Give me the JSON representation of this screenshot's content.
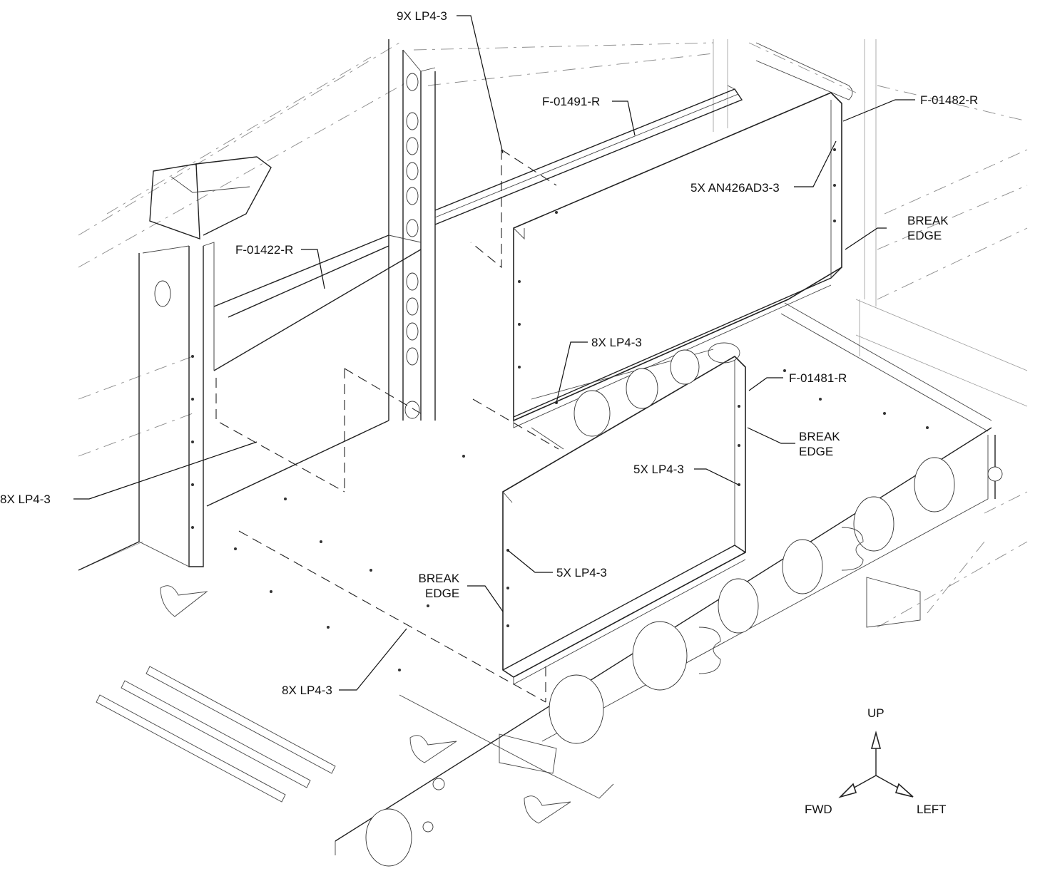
{
  "callouts": {
    "lp4_9x": "9X LP4-3",
    "f01491": "F-01491-R",
    "f01482": "F-01482-R",
    "an426": "5X AN426AD3-3",
    "break_edge_top_1": "BREAK",
    "break_edge_top_2": "EDGE",
    "f01422": "F-01422-R",
    "lp4_8x_mid": "8X LP4-3",
    "f01481": "F-01481-R",
    "break_edge_mid_1": "BREAK",
    "break_edge_mid_2": "EDGE",
    "lp4_5x_right": "5X LP4-3",
    "lp4_8x_left": "8X LP4-3",
    "lp4_5x_lower": "5X LP4-3",
    "break_edge_low_1": "BREAK",
    "break_edge_low_2": "EDGE",
    "lp4_8x_bottom": "8X LP4-3"
  },
  "orientation": {
    "up": "UP",
    "fwd": "FWD",
    "left": "LEFT"
  }
}
